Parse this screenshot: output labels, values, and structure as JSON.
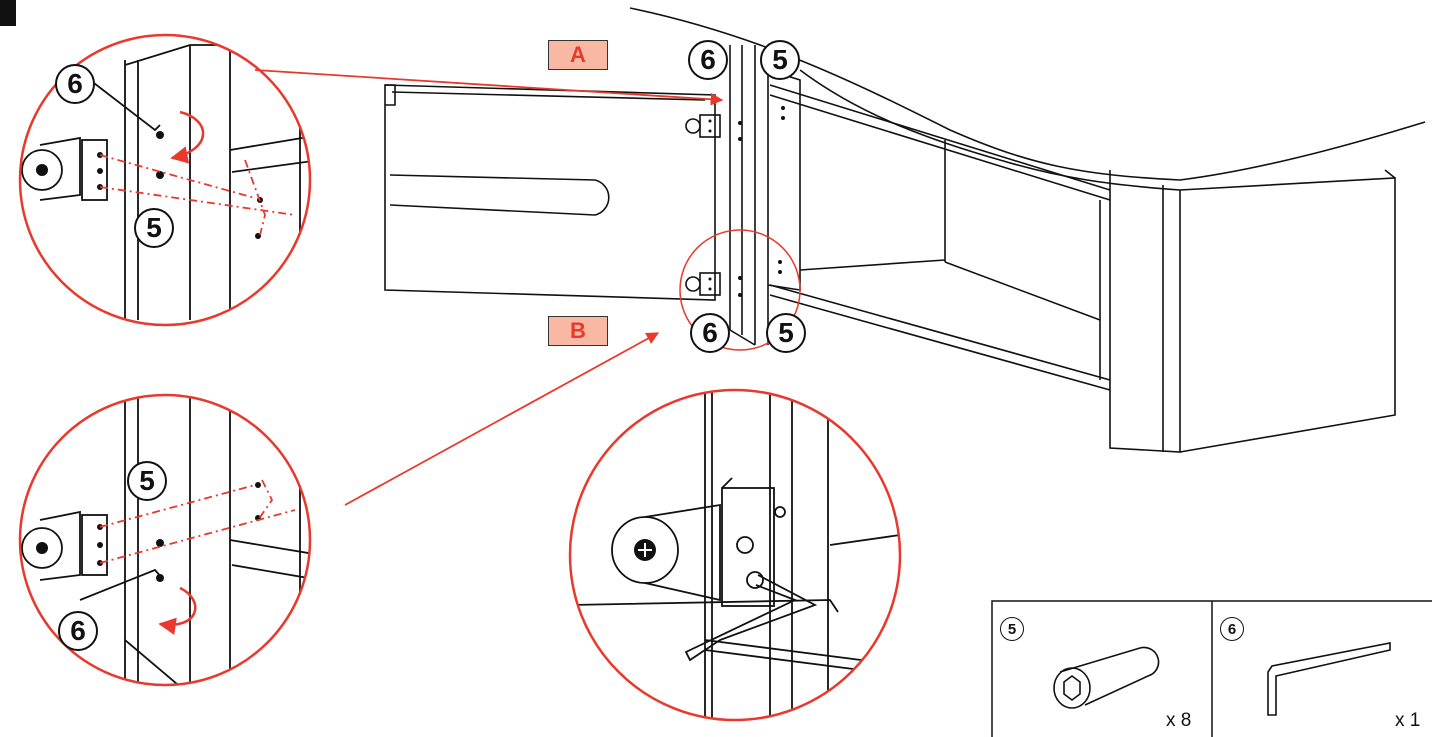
{
  "labels": {
    "door_a": "A",
    "door_b": "B"
  },
  "callouts": {
    "bolt": "5",
    "key": "6"
  },
  "parts": [
    {
      "number": "5",
      "name": "bolt",
      "quantity": "x 8"
    },
    {
      "number": "6",
      "name": "allen-key",
      "quantity": "x 1"
    }
  ],
  "colors": {
    "accent_red": "#e8392c",
    "label_fill": "#f8b8a4",
    "line": "#111111"
  }
}
